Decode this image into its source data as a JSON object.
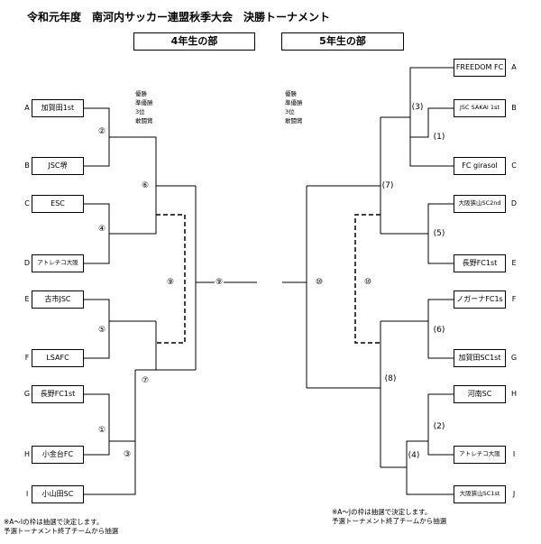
{
  "title": "令和元年度　南河内サッカー連盟秋季大会　決勝トーナメント",
  "left_bracket": {
    "header": "4年生の部",
    "teams": [
      {
        "slot": "A",
        "name": "加賀田1st"
      },
      {
        "slot": "B",
        "name": "JSC堺"
      },
      {
        "slot": "C",
        "name": "ESC"
      },
      {
        "slot": "D",
        "name": "アトレチコ大阪"
      },
      {
        "slot": "E",
        "name": "古市JSC"
      },
      {
        "slot": "F",
        "name": "LSAFC"
      },
      {
        "slot": "G",
        "name": "長野FC1st"
      },
      {
        "slot": "H",
        "name": "小金台FC"
      },
      {
        "slot": "I",
        "name": "小山田SC"
      }
    ],
    "match_numbers": [
      "②",
      "⑥",
      "④",
      "⑨",
      "⑨",
      "⑤",
      "⑦",
      "①",
      "③"
    ],
    "legend": [
      "優勝",
      "準優勝",
      "3位",
      "敢闘賞"
    ],
    "notes": [
      "※A～Iの枠は抽選で決定します。",
      "予選トーナメント終了チームから抽選"
    ]
  },
  "right_bracket": {
    "header": "5年生の部",
    "teams": [
      {
        "slot": "A",
        "name": "FREEDOM FC"
      },
      {
        "slot": "B",
        "name": "JSC SAKAI 1st"
      },
      {
        "slot": "C",
        "name": "FC girasol"
      },
      {
        "slot": "D",
        "name": "大阪狭山SC2nd"
      },
      {
        "slot": "E",
        "name": "長野FC1st"
      },
      {
        "slot": "F",
        "name": "ノガーナFC1s"
      },
      {
        "slot": "G",
        "name": "加賀田SC1st"
      },
      {
        "slot": "H",
        "name": "河南SC"
      },
      {
        "slot": "I",
        "name": "アトレチコ大阪"
      },
      {
        "slot": "J",
        "name": "大阪狭山SC1st"
      }
    ],
    "match_numbers": [
      "(3)",
      "(1)",
      "(7)",
      "(5)",
      "⑩",
      "⑩",
      "(6)",
      "(8)",
      "(2)",
      "(4)"
    ],
    "legend": [
      "優勝",
      "準優勝",
      "3位",
      "敢闘賞"
    ],
    "notes": [
      "※A～Jの枠は抽選で決定します。",
      "予選トーナメント終了チームから抽選"
    ]
  }
}
